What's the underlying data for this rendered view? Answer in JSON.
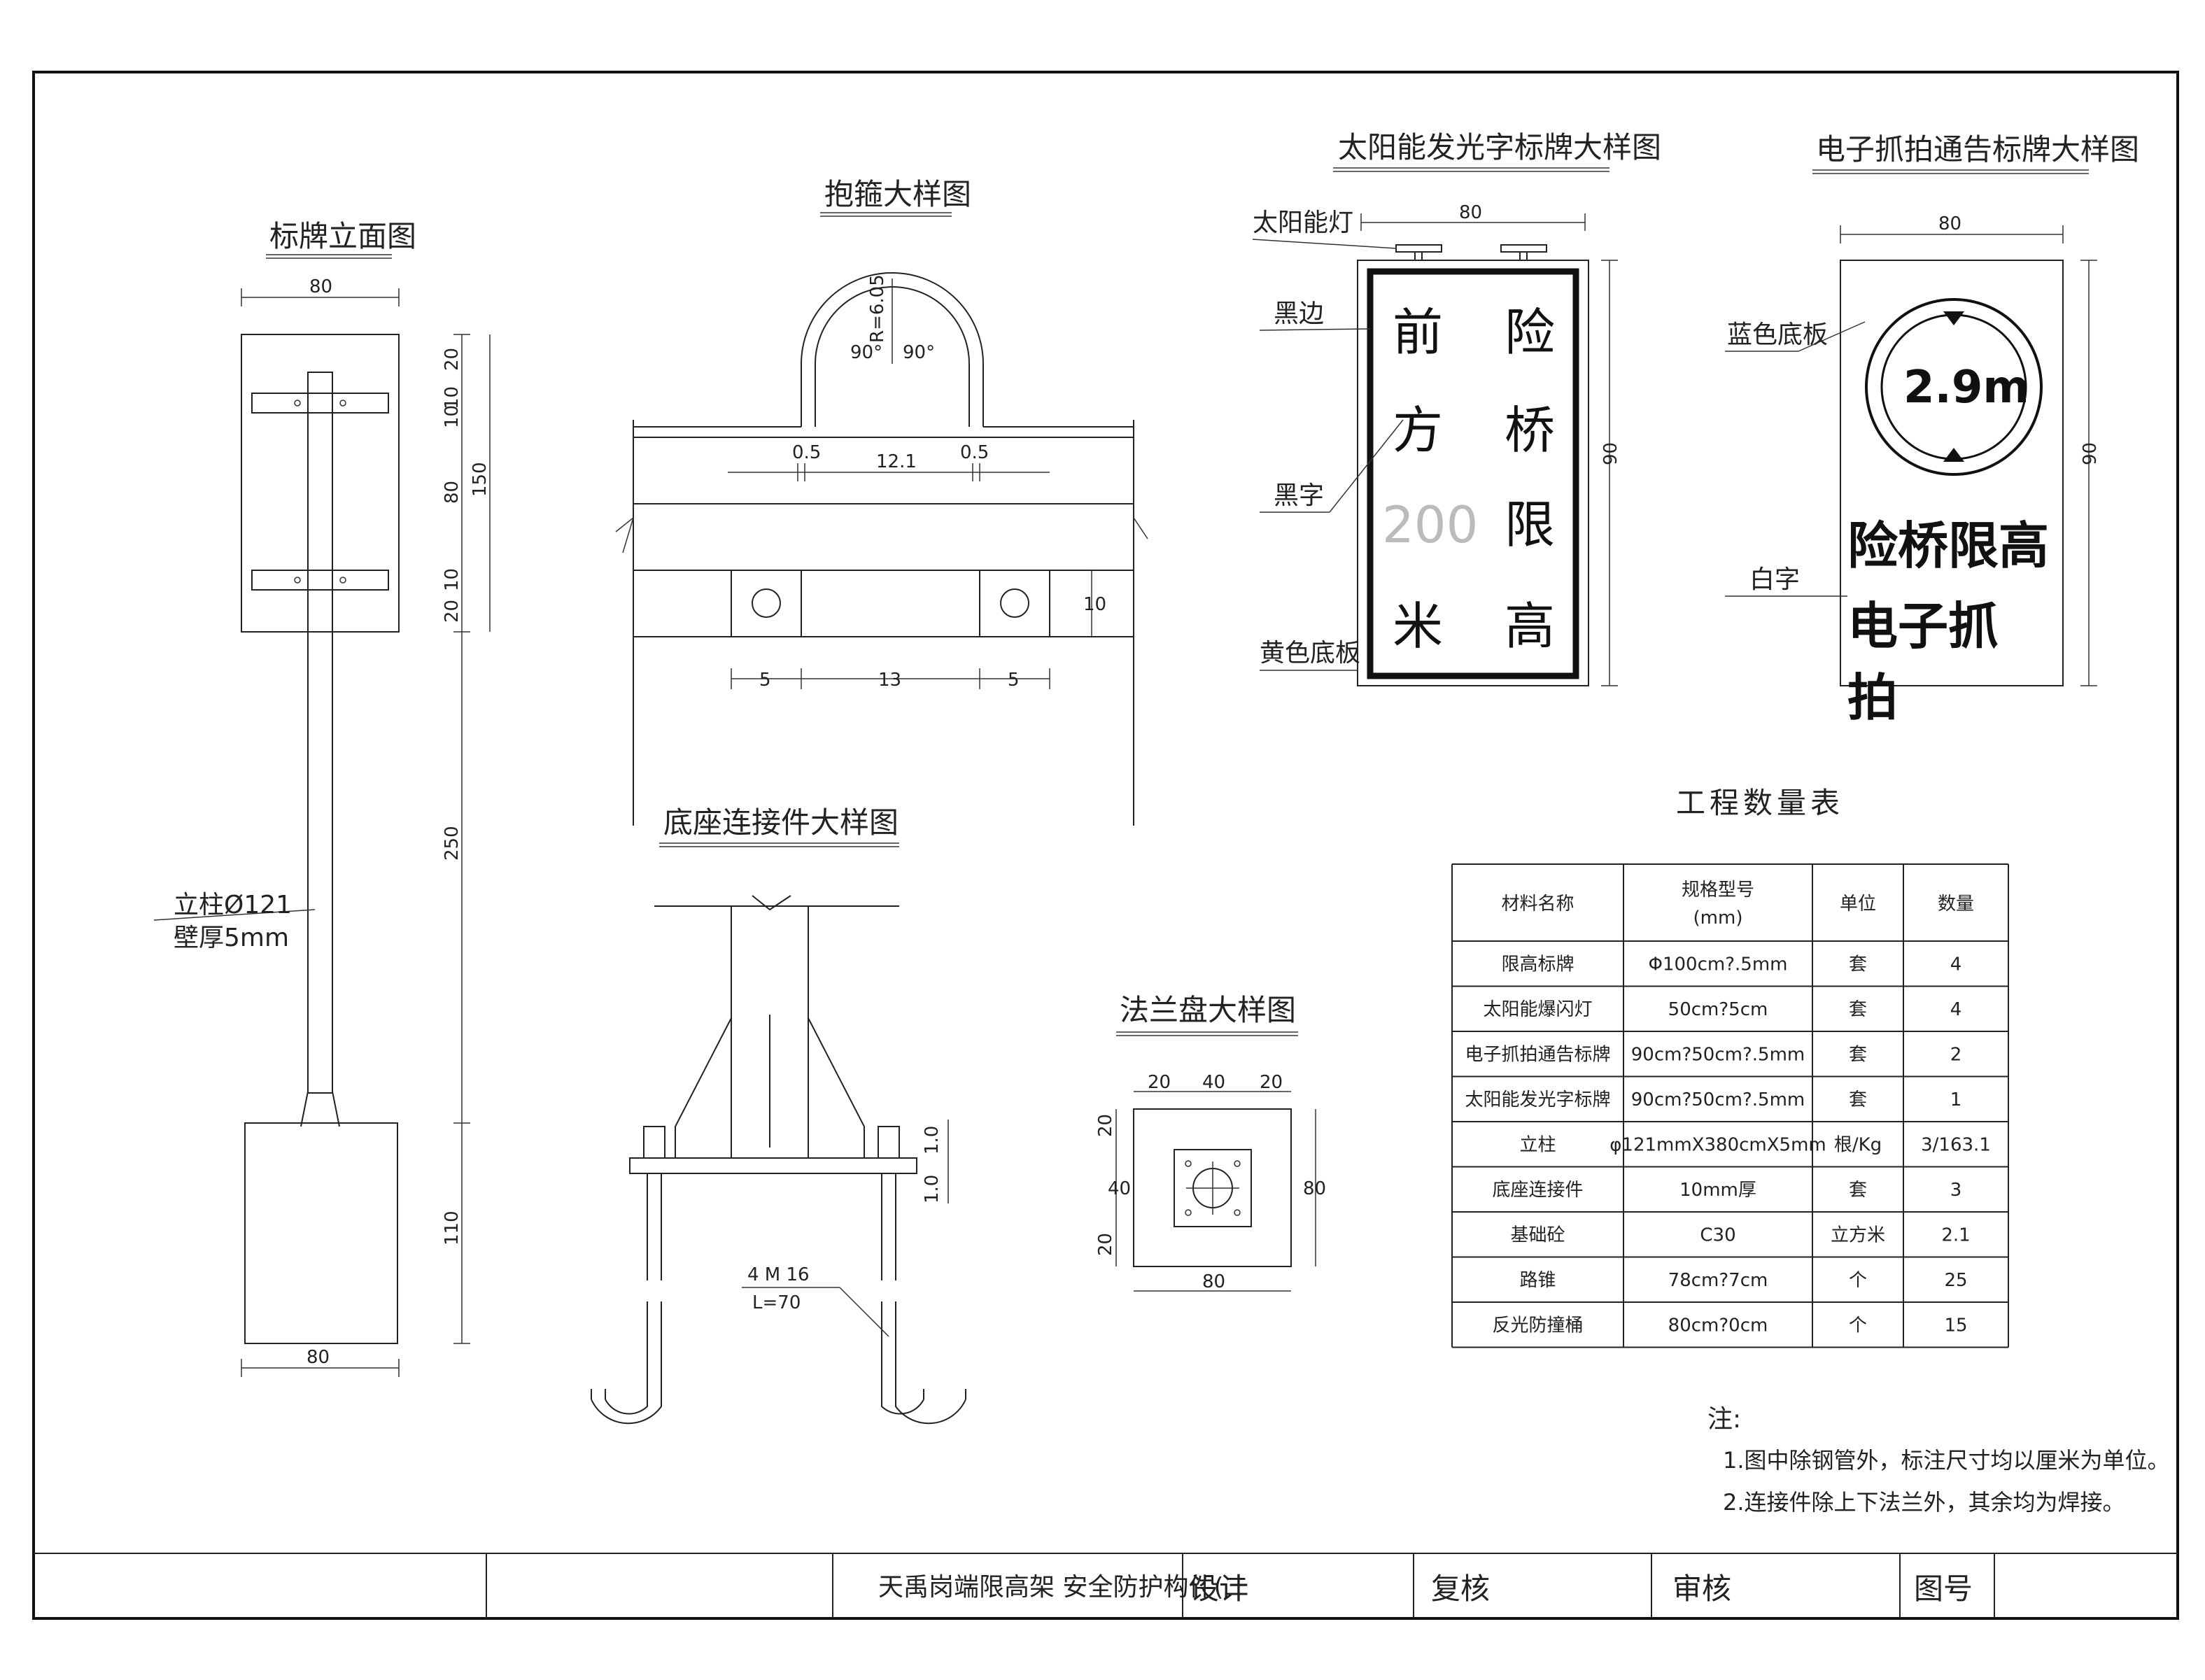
{
  "titles": {
    "elevation": "标牌立面图",
    "clamp": "抱箍大样图",
    "solar": "太阳能发光字标牌大样图",
    "capture": "电子抓拍通告标牌大样图",
    "base": "底座连接件大样图",
    "flange": "法兰盘大样图",
    "quantity": "工程数量表"
  },
  "elevation": {
    "top_width": "80",
    "bottom_width": "80",
    "dims_right": [
      "20",
      "10",
      "10",
      "80",
      "10",
      "20"
    ],
    "dim_150": "150",
    "dim_250": "250",
    "dim_110": "110",
    "post_label_1": "立柱Ø121",
    "post_label_2": "壁厚5mm"
  },
  "clamp": {
    "radius": "R=6.05",
    "angle_left": "90°",
    "angle_right": "90°",
    "gap_left": "0.5",
    "span": "12.1",
    "gap_right": "0.5",
    "bottom_left": "5",
    "bottom_mid": "13",
    "bottom_right": "5",
    "height": "10"
  },
  "solar": {
    "width": "80",
    "height": "90",
    "lamp": "太阳能灯",
    "border": "黑边",
    "text_color": "黑字",
    "board": "黄色底板",
    "sign_text": [
      "前",
      "险",
      "方",
      "桥",
      "200",
      "限",
      "米",
      "高"
    ]
  },
  "capture": {
    "width": "80",
    "height": "90",
    "board": "蓝色底板",
    "text_color": "白字",
    "limit": "2.9m",
    "line1": "险桥限高",
    "line2": "电子抓",
    "line3": "拍"
  },
  "base": {
    "bolt": "4 M 16",
    "length": "L=70",
    "plate_top": "1.0",
    "plate_bot": "1.0"
  },
  "flange": {
    "top_dims": [
      "20",
      "40",
      "20"
    ],
    "left_dims": [
      "20",
      "40",
      "20"
    ],
    "right": "80",
    "bottom": "80"
  },
  "quantity_table": {
    "headers": [
      "材料名称",
      "规格型号",
      "单位",
      "数量"
    ],
    "header_sub": "(mm)",
    "rows": [
      [
        "限高标牌",
        "Φ100cm?.5mm",
        "套",
        "4"
      ],
      [
        "太阳能爆闪灯",
        "50cm?5cm",
        "套",
        "4"
      ],
      [
        "电子抓拍通告标牌",
        "90cm?50cm?.5mm",
        "套",
        "2"
      ],
      [
        "太阳能发光字标牌",
        "90cm?50cm?.5mm",
        "套",
        "1"
      ],
      [
        "立柱",
        "φ121mmX380cmX5mm",
        "根/Kg",
        "3/163.1"
      ],
      [
        "底座连接件",
        "10mm厚",
        "套",
        "3"
      ],
      [
        "基础砼",
        "C30",
        "立方米",
        "2.1"
      ],
      [
        "路锥",
        "78cm?7cm",
        "个",
        "25"
      ],
      [
        "反光防撞桶",
        "80cm?0cm",
        "个",
        "15"
      ]
    ]
  },
  "notes": {
    "heading": "注:",
    "items": [
      "1.图中除钢管外，标注尺寸均以厘米为单位。",
      "2.连接件除上下法兰外，其余均为焊接。"
    ]
  },
  "title_block": {
    "project": "天禹岗端限高架  安全防护构件(二",
    "design": "设计",
    "check": "复核",
    "approve": "审核",
    "drawing_no": "图号"
  }
}
